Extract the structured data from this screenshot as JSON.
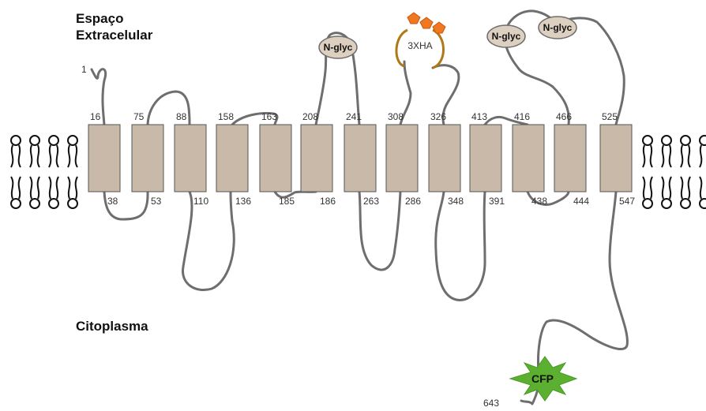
{
  "regions": {
    "extracellular_line1": "Espaço",
    "extracellular_line2": "Extracelular",
    "cytoplasm": "Citoplasma"
  },
  "n_terminus": "1",
  "c_terminus": "643",
  "segments": [
    {
      "top": "16",
      "bottom": "38"
    },
    {
      "top": "75",
      "bottom": "53"
    },
    {
      "top": "88",
      "bottom": "110"
    },
    {
      "top": "158",
      "bottom": "136"
    },
    {
      "top": "163",
      "bottom": "185"
    },
    {
      "top": "208",
      "bottom": "186"
    },
    {
      "top": "241",
      "bottom": "263"
    },
    {
      "top": "308",
      "bottom": "286"
    },
    {
      "top": "326",
      "bottom": "348"
    },
    {
      "top": "413",
      "bottom": "391"
    },
    {
      "top": "416",
      "bottom": "438"
    },
    {
      "top": "466",
      "bottom": "444"
    },
    {
      "top": "525",
      "bottom": "547"
    }
  ],
  "glyco_label": "N-glyc",
  "tag_label": "3XHA",
  "cfp_label": "CFP",
  "colors": {
    "helix": "#c8b9a8",
    "helix_stroke": "#555555",
    "loop": "#6e6e6e",
    "glyco_fill": "#ddd0c0",
    "tag_bracket": "#b07818",
    "tag_beads": "#f07820",
    "cfp_fill": "#5cb030",
    "lipid": "#111111"
  }
}
